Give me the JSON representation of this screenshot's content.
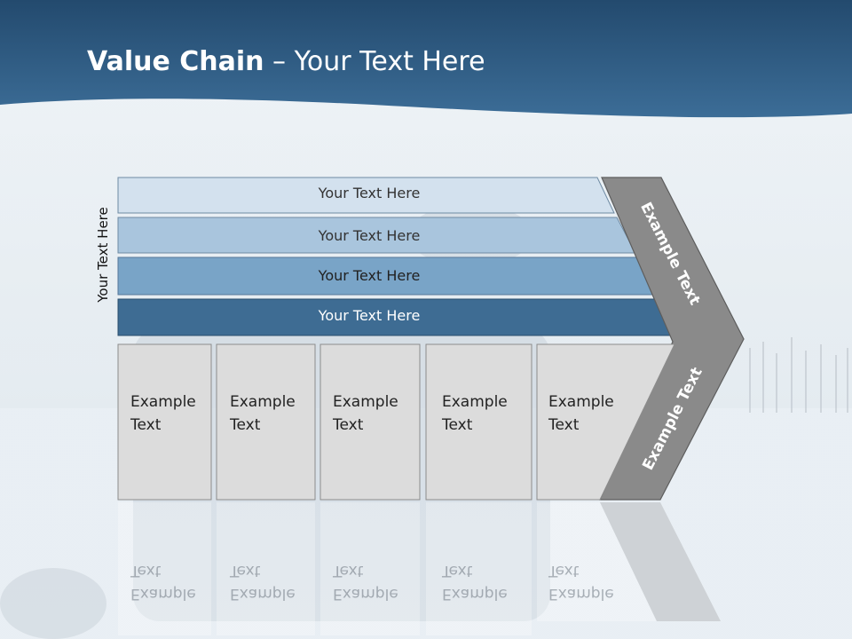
{
  "title": {
    "bold": "Value Chain",
    "rest": " – Your Text Here"
  },
  "side_label": "Your Text Here",
  "rows": [
    {
      "label": "Your Text Here",
      "color": "#d3e1ee",
      "text_color": "#333333"
    },
    {
      "label": "Your Text Here",
      "color": "#a9c5dd",
      "text_color": "#333333"
    },
    {
      "label": "Your Text Here",
      "color": "#79a4c7",
      "text_color": "#222222"
    },
    {
      "label": "Your Text Here",
      "color": "#3e6c93",
      "text_color": "#ffffff"
    }
  ],
  "boxes": [
    {
      "line1": "Example",
      "line2": "Text"
    },
    {
      "line1": "Example",
      "line2": "Text"
    },
    {
      "line1": "Example",
      "line2": "Text"
    },
    {
      "line1": "Example",
      "line2": "Text"
    },
    {
      "line1": "Example",
      "line2": "Text"
    }
  ],
  "chevron": {
    "upper": "Example Text",
    "lower": "Example Text"
  },
  "colors": {
    "header": "#2f5f86",
    "box": "#dcdcdc",
    "chevron": "#8a8a8a"
  }
}
